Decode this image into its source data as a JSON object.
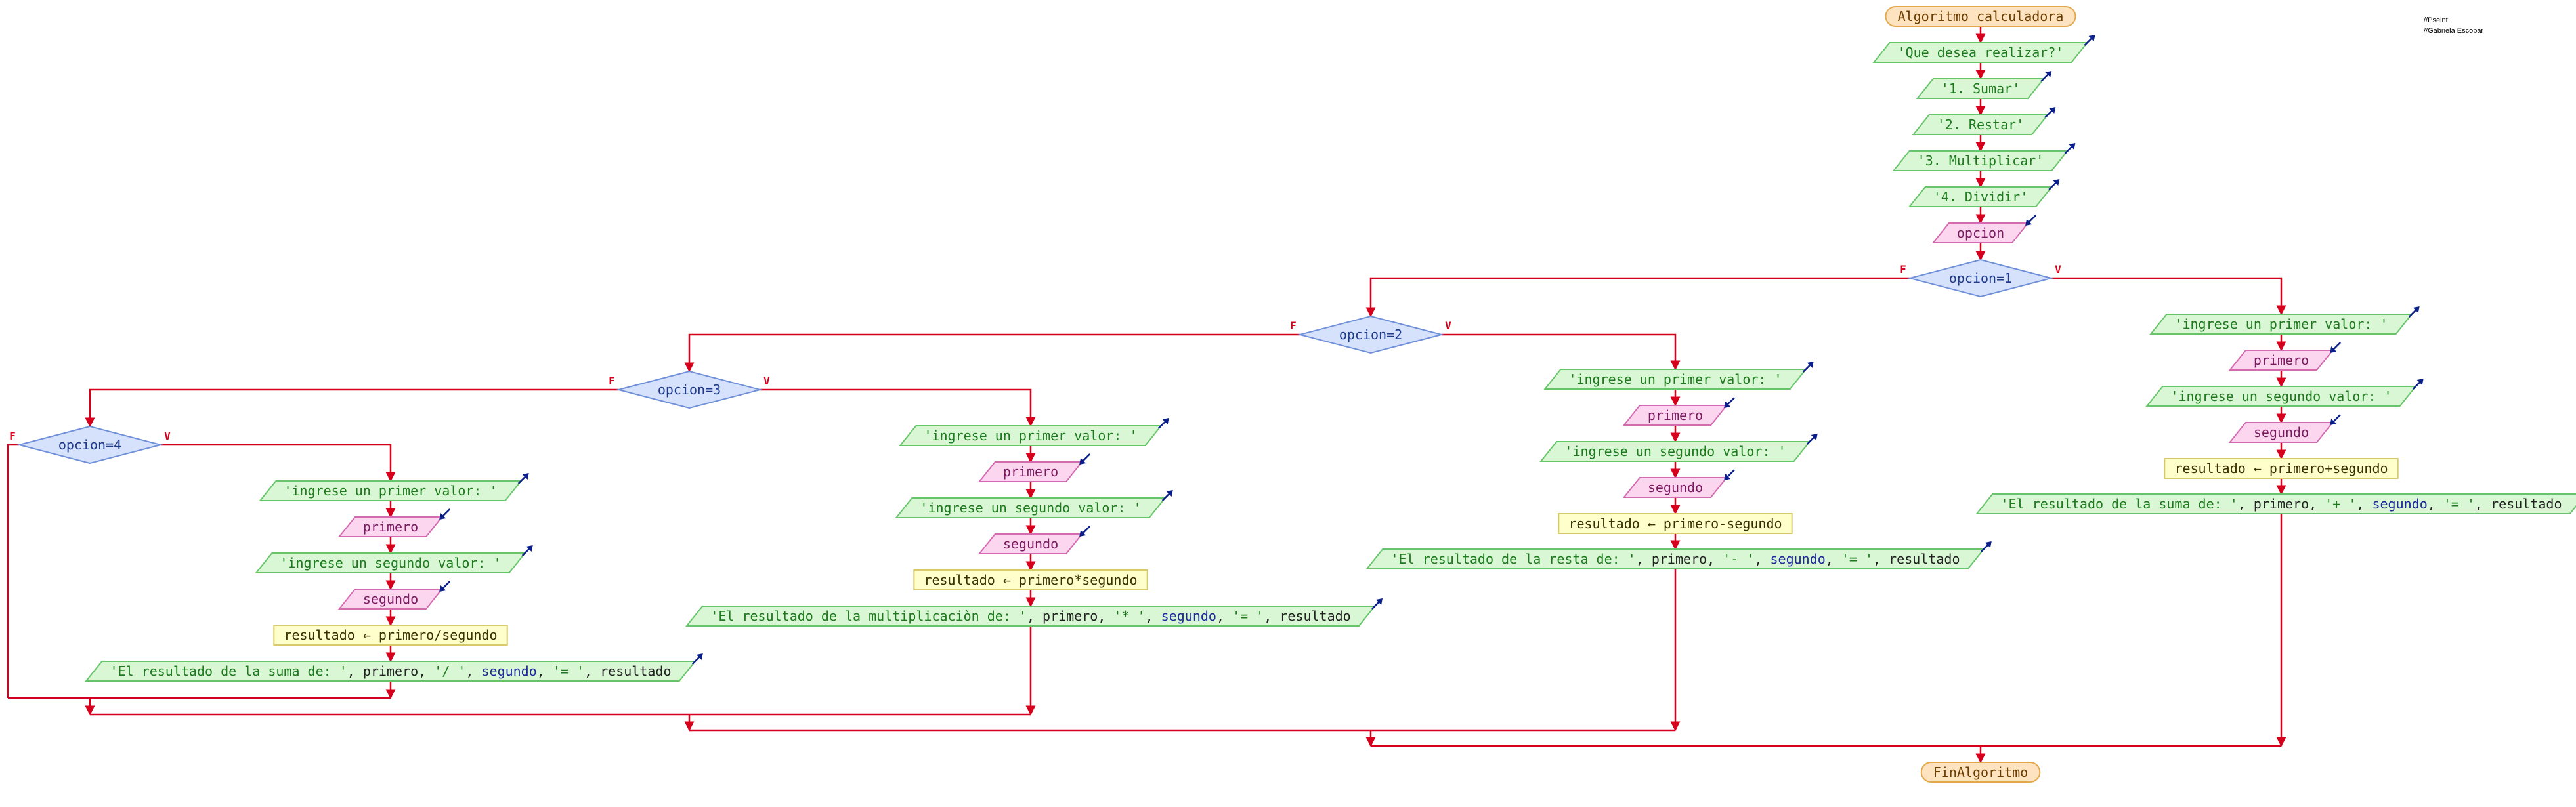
{
  "comments": [
    "//Pseint",
    "//Gabriela Escobar"
  ],
  "colors": {
    "line": "#d6001c",
    "terminal_fill": "#fde3bf",
    "terminal_stroke": "#e4a84c",
    "terminal_text": "#6b3d00",
    "output_fill": "#d9f7d4",
    "output_stroke": "#68c46a",
    "output_text": "#1e7a1e",
    "input_fill": "#fbd6ee",
    "input_stroke": "#d46bb1",
    "input_text": "#7a1a60",
    "process_fill": "#ffffcc",
    "process_stroke": "#d8c96a",
    "process_text": "#3a3000",
    "decision_fill": "#d6e2fb",
    "decision_stroke": "#6f8fd8",
    "decision_text": "#1e3a8a",
    "var_text": "#1e2a9c"
  },
  "branch_labels": {
    "false": "F",
    "true": "V"
  },
  "start": "Algoritmo calculadora",
  "end": "FinAlgoritmo",
  "menu": [
    "'Que desea realizar?'",
    "'1. Sumar'",
    "'2. Restar'",
    "'3. Multiplicar'",
    "'4. Dividir'"
  ],
  "menu_input": "opcion",
  "prompt_first": "'ingrese un primer valor: '",
  "prompt_second": "'ingrese un segundo valor: '",
  "var_first": "primero",
  "var_second": "segundo",
  "word_segundo": "segundo",
  "word_resultado": "resultado",
  "branches": [
    {
      "decision": "opcion=1",
      "process": "resultado ← primero+segundo",
      "out_start": "'El resultado de la suma de: '",
      "out_mid": "'+ '",
      "out_eq": "'= '"
    },
    {
      "decision": "opcion=2",
      "process": "resultado ← primero-segundo",
      "out_start": "'El resultado de la resta de: '",
      "out_mid": "'- '",
      "out_eq": "'= '"
    },
    {
      "decision": "opcion=3",
      "process": "resultado ← primero*segundo",
      "out_start": "'El resultado de la multiplicaciòn de: '",
      "out_mid": "'* '",
      "out_eq": "'= '"
    },
    {
      "decision": "opcion=4",
      "process": "resultado ← primero/segundo",
      "out_start": "'El resultado de la suma de: '",
      "out_mid": "'/ '",
      "out_eq": "'= '"
    }
  ]
}
